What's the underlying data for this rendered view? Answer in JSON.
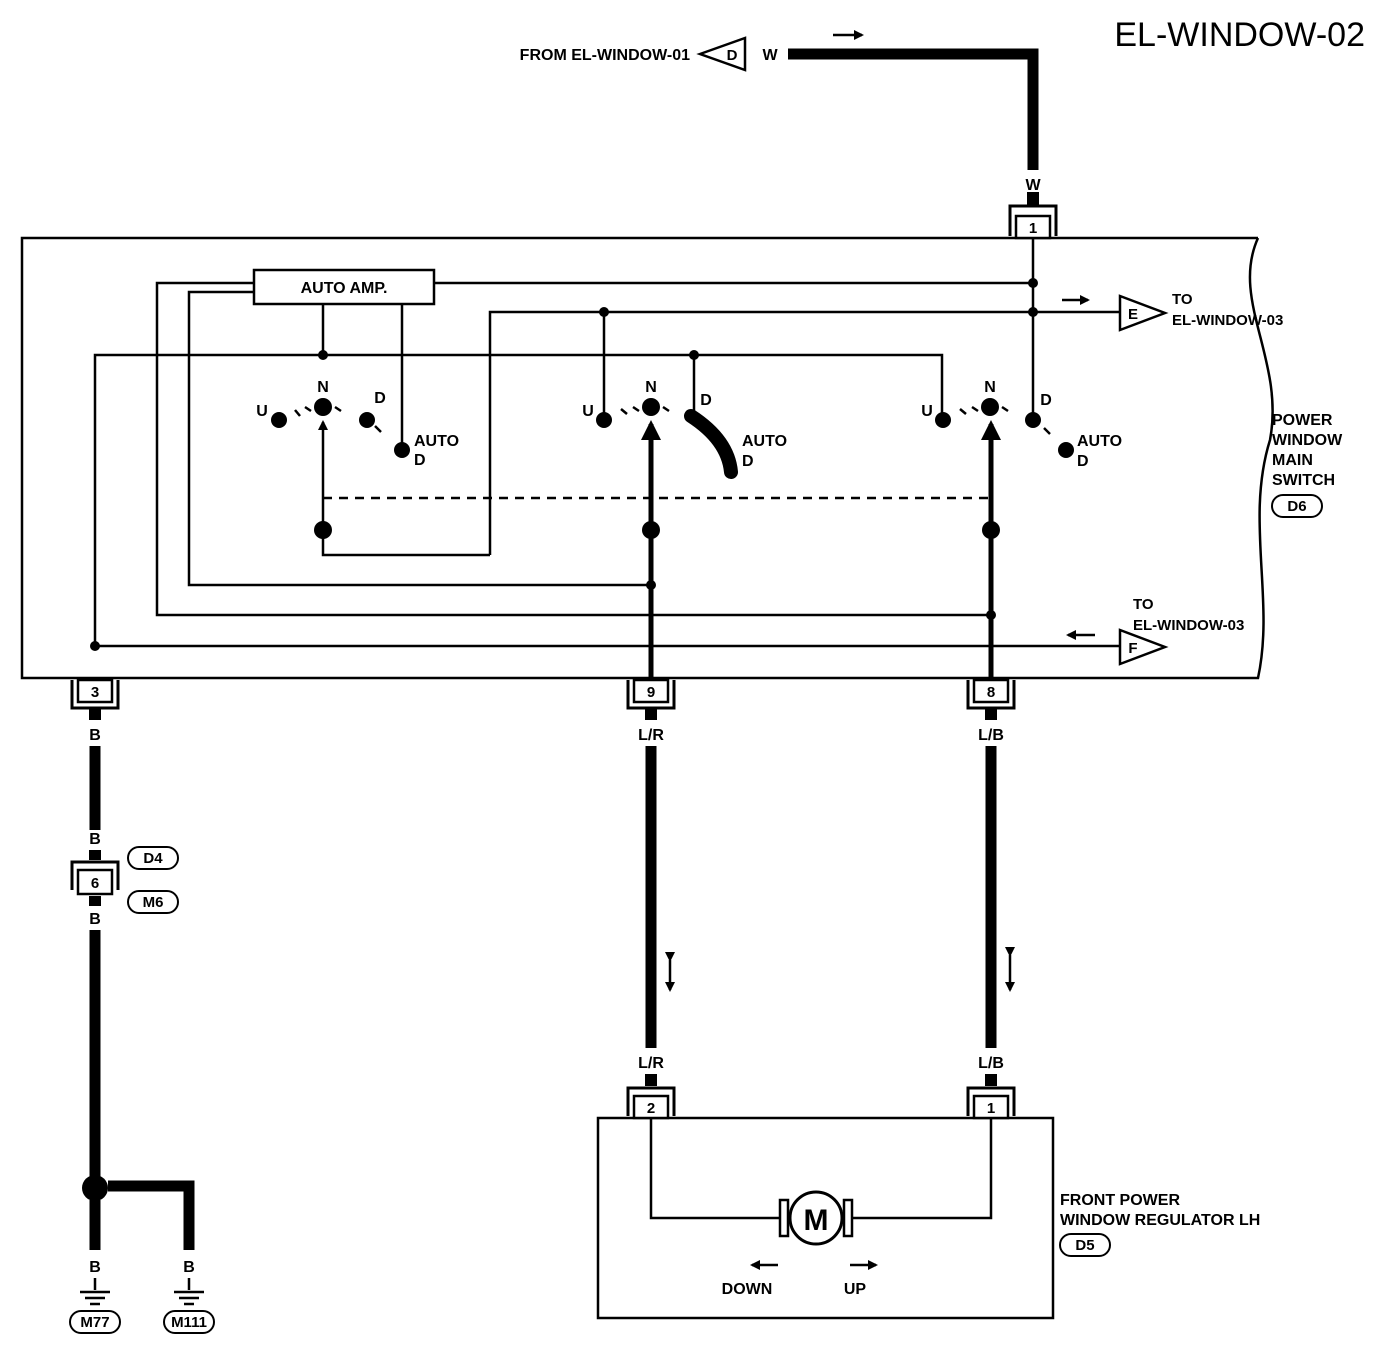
{
  "title": "EL-WINDOW-02",
  "from_ref": {
    "label": "FROM EL-WINDOW-01",
    "connector": "D",
    "wire": "W"
  },
  "to_e": {
    "to": "TO",
    "target": "EL-WINDOW-03",
    "connector": "E"
  },
  "to_f": {
    "to": "TO",
    "target": "EL-WINDOW-03",
    "connector": "F"
  },
  "main_switch": {
    "name_lines": [
      "POWER",
      "WINDOW",
      "MAIN",
      "SWITCH"
    ],
    "connector_id": "D6",
    "auto_amp": "AUTO AMP.",
    "switch_labels": {
      "up": "U",
      "neutral": "N",
      "down": "D",
      "auto": "AUTO",
      "auto_d": "D"
    },
    "pins": {
      "top": "1",
      "ground": "3",
      "left_motor": "9",
      "right_motor": "8"
    }
  },
  "wires": {
    "top": "W",
    "ground": "B",
    "left_motor": "L/R",
    "right_motor": "L/B"
  },
  "joint_connector": {
    "pin": "6",
    "upper_id": "D4",
    "lower_id": "M6"
  },
  "grounds": [
    {
      "wire": "B",
      "id": "M77"
    },
    {
      "wire": "B",
      "id": "M111"
    }
  ],
  "regulator": {
    "name_lines": [
      "FRONT POWER",
      "WINDOW REGULATOR LH"
    ],
    "connector_id": "D5",
    "motor": "M",
    "pin_left": "2",
    "pin_right": "1",
    "down": "DOWN",
    "up": "UP"
  }
}
